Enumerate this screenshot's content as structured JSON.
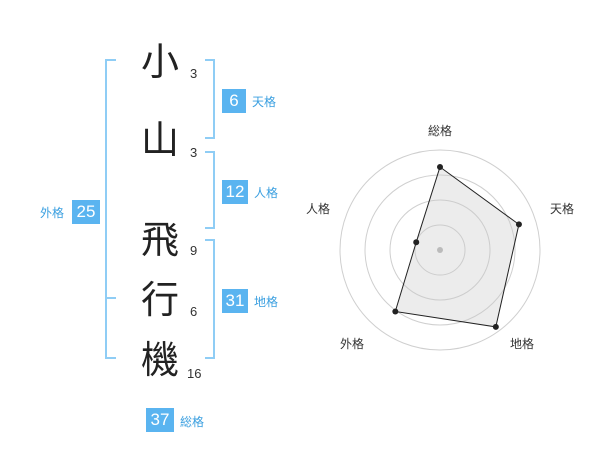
{
  "accent_color": "#5ab4f0",
  "label_color": "#3a9fe0",
  "name": {
    "chars": [
      {
        "char": "小",
        "strokes": "3"
      },
      {
        "char": "山",
        "strokes": "3"
      },
      {
        "char": "飛",
        "strokes": "9"
      },
      {
        "char": "行",
        "strokes": "6"
      },
      {
        "char": "機",
        "strokes": "16"
      }
    ]
  },
  "kaku": {
    "tenkaku": {
      "value": "6",
      "label": "天格"
    },
    "jinkaku": {
      "value": "12",
      "label": "人格"
    },
    "chikaku": {
      "value": "31",
      "label": "地格"
    },
    "gaikaku": {
      "value": "25",
      "label": "外格"
    },
    "soukaku": {
      "value": "37",
      "label": "総格"
    }
  },
  "chart_data": {
    "type": "radar",
    "axes": [
      "総格",
      "天格",
      "地格",
      "外格",
      "人格"
    ],
    "values": [
      0.83,
      0.83,
      0.95,
      0.76,
      0.25
    ],
    "max": 1,
    "rings": 4
  }
}
